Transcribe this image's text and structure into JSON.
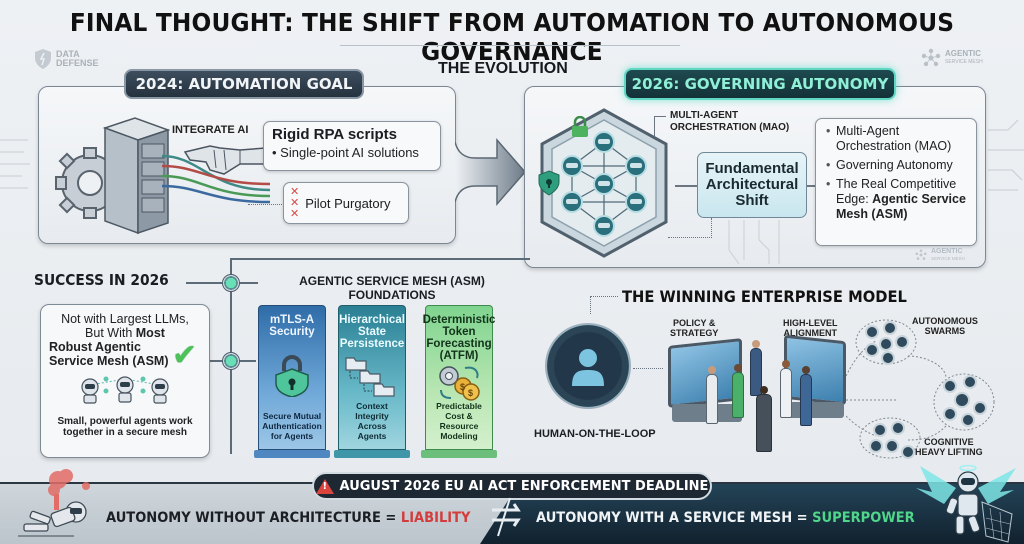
{
  "header": {
    "title": "FINAL THOUGHT: THE SHIFT FROM AUTOMATION TO AUTONOMOUS GOVERNANCE",
    "section_label": "THE EVOLUTION",
    "logo_left": {
      "line1": "DATA",
      "line2": "DEFENSE",
      "icon": "shield-icon"
    },
    "logo_right": {
      "line1": "AGENTIC",
      "line2": "SERVICE MESH",
      "icon": "network-nodes-icon"
    }
  },
  "panel_2024": {
    "badge": "2024: AUTOMATION GOAL",
    "integrate_label": "INTEGRATE AI",
    "callout_title": "Rigid RPA scripts",
    "callout_bullet": "Single-point AI solutions",
    "failure_label": "Pilot Purgatory",
    "failure_marks": [
      "✕",
      "✕",
      "✕"
    ],
    "icons": [
      "gear-icon",
      "server-rack-icon",
      "robot-hand-icon",
      "cables-icon"
    ]
  },
  "panel_2026": {
    "badge": "2026: GOVERNING AUTONOMY",
    "mao_label_line1": "MULTI-AGENT",
    "mao_label_line2": "ORCHESTRATION (MAO)",
    "center_box_lines": [
      "Fundamental",
      "Architectural",
      "Shift"
    ],
    "bullets": [
      {
        "text": "Multi-Agent Orchestration (MAO)"
      },
      {
        "text": "Governing Autonomy"
      },
      {
        "text_prefix": "The Real Competitive Edge: ",
        "text_bold": "Agentic Service Mesh (ASM)"
      }
    ],
    "watermark_line1": "AGENTIC",
    "watermark_line2": "SERVICE MESH"
  },
  "success": {
    "title": "SUCCESS IN 2026",
    "line1": "Not with Largest LLMs,",
    "line2_prefix": "But With ",
    "line2_bold": "Most",
    "line3_bold": "Robust Agentic",
    "line4_bold": "Service Mesh (ASM)",
    "footer_line1": "Small, powerful agents work",
    "footer_line2": "together in a secure mesh",
    "check_icon": "✔"
  },
  "asm_foundations": {
    "title_line1": "AGENTIC SERVICE MESH (ASM)",
    "title_line2": "FOUNDATIONS",
    "pillars": [
      {
        "title": "mTLS-A Security",
        "icon": "padlock-shield-icon",
        "footer": "Secure Mutual Authentication for Agents",
        "color": "#2f6ca8"
      },
      {
        "title": "Hierarchical State Persistence",
        "icon": "folders-icon",
        "footer": "Context Integrity Across Agents",
        "color": "#2a7f93"
      },
      {
        "title": "Deterministic Token Forecasting (ATFM)",
        "icon": "gears-coins-icon",
        "footer": "Predictable Cost & Resource Modeling",
        "color": "#7fd48f"
      }
    ]
  },
  "winning_model": {
    "title": "THE WINNING ENTERPRISE MODEL",
    "human_label": "HUMAN-ON-THE-LOOP",
    "policy_line1": "POLICY &",
    "policy_line2": "STRATEGY",
    "alignment_line1": "HIGH-LEVEL",
    "alignment_line2": "ALIGNMENT",
    "swarms_line1": "AUTONOMOUS",
    "swarms_line2": "SWARMS",
    "cognitive_line1": "COGNITIVE",
    "cognitive_line2": "HEAVY LIFTING"
  },
  "footer": {
    "deadline": "AUGUST 2026 EU AI ACT ENFORCEMENT DEADLINE",
    "left_prefix": "AUTONOMY WITHOUT ARCHITECTURE = ",
    "left_emph": "LIABILITY",
    "right_prefix": "AUTONOMY WITH A SERVICE MESH = ",
    "right_emph": "SUPERPOWER"
  },
  "colors": {
    "liability": "#d43c3c",
    "superpower": "#4fd68a",
    "accent_teal": "#5fd7c3",
    "dark_navy": "#1e2833"
  }
}
